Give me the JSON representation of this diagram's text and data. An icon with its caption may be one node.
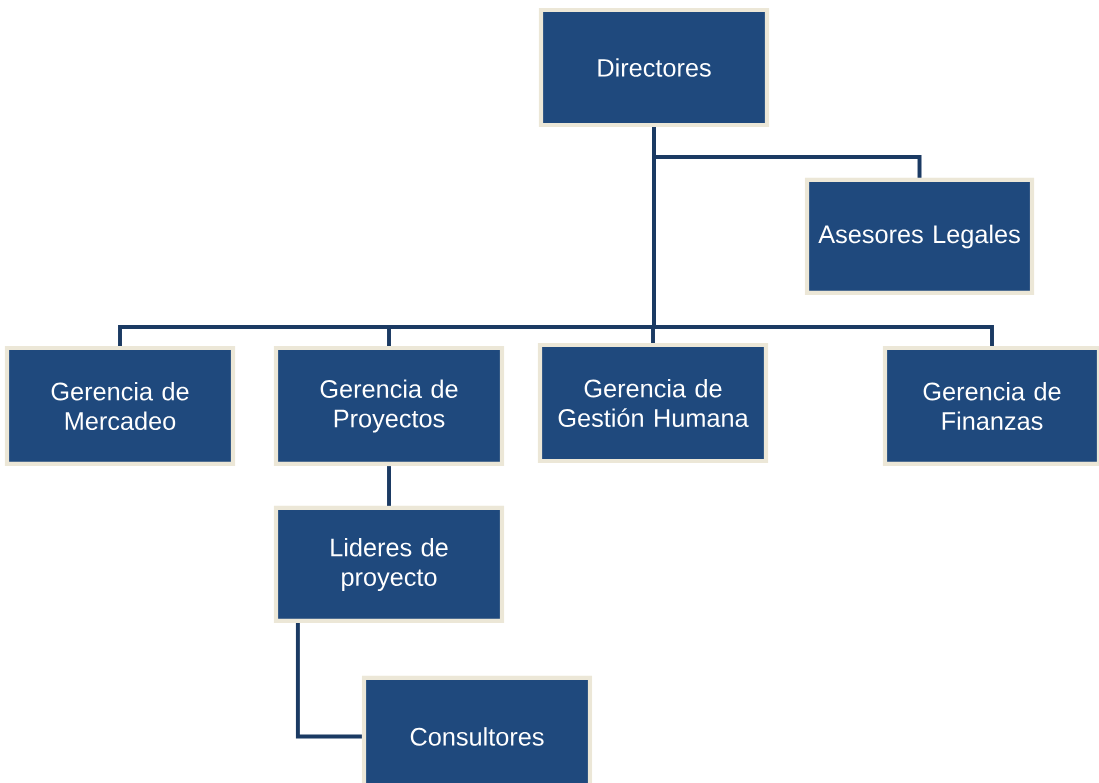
{
  "diagram": {
    "nodes": [
      {
        "text": [
          "Directores"
        ]
      },
      {
        "text": [
          "Asesores Legales"
        ]
      },
      {
        "text": [
          "Gerencia de Mercadeo"
        ]
      },
      {
        "text": [
          "Gerencia de Proyectos"
        ]
      },
      {
        "text": [
          "Gerencia de Gestión Humana"
        ]
      },
      {
        "text": [
          "Gerencia de Finanzas"
        ]
      },
      {
        "text": [
          "Lideres de proyecto"
        ]
      },
      {
        "text": [
          "Consultores"
        ]
      }
    ],
    "edges": [
      {
        "from": 0,
        "to": 1,
        "arrow": "none"
      },
      {
        "from": 0,
        "to": 2,
        "arrow": "none"
      },
      {
        "from": 0,
        "to": 3,
        "arrow": "none"
      },
      {
        "from": 0,
        "to": 4,
        "arrow": "none"
      },
      {
        "from": 0,
        "to": 5,
        "arrow": "none"
      },
      {
        "from": 3,
        "to": 6,
        "arrow": "none"
      },
      {
        "from": 6,
        "to": 7,
        "arrow": "none"
      }
    ]
  }
}
